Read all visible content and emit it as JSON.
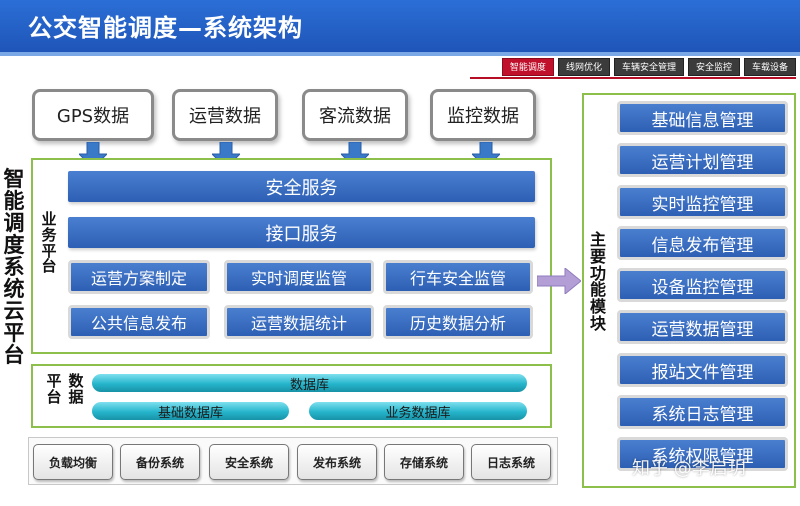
{
  "title": "公交智能调度—系统架构",
  "tabs": [
    {
      "label": "智能调度",
      "active": true
    },
    {
      "label": "线网优化",
      "active": false
    },
    {
      "label": "车辆安全管理",
      "active": false
    },
    {
      "label": "安全监控",
      "active": false
    },
    {
      "label": "车载设备",
      "active": false
    }
  ],
  "colors": {
    "accent_red": "#c0102b",
    "banner_blue": "#1f55b8",
    "frame_green": "#8cc04a",
    "db_cyan": "#25b5cc"
  },
  "inputs": [
    "GPS数据",
    "运营数据",
    "客流数据",
    "监控数据"
  ],
  "cloud_label": [
    "智",
    "能",
    "调",
    "度",
    "系",
    "统",
    "云",
    "平",
    "台"
  ],
  "business": {
    "label": [
      "业",
      "务",
      "平",
      "台"
    ],
    "bars": [
      "安全服务",
      "接口服务"
    ],
    "grid": [
      "运营方案制定",
      "实时调度监管",
      "行车安全监管",
      "公共信息发布",
      "运营数据统计",
      "历史数据分析"
    ]
  },
  "data_platform": {
    "label_left": [
      "平",
      "台"
    ],
    "label_right": [
      "数",
      "据"
    ],
    "main_db": "数据库",
    "sub_dbs": [
      "基础数据库",
      "业务数据库"
    ]
  },
  "systems": [
    "负载均衡",
    "备份系统",
    "安全系统",
    "发布系统",
    "存储系统",
    "日志系统"
  ],
  "modules": {
    "label": [
      "主",
      "要",
      "功",
      "能",
      "模",
      "块"
    ],
    "items": [
      "基础信息管理",
      "运营计划管理",
      "实时监控管理",
      "信息发布管理",
      "设备监控管理",
      "运营数据管理",
      "报站文件管理",
      "系统日志管理",
      "系统权限管理"
    ]
  },
  "watermark": "知乎 @李启玥"
}
